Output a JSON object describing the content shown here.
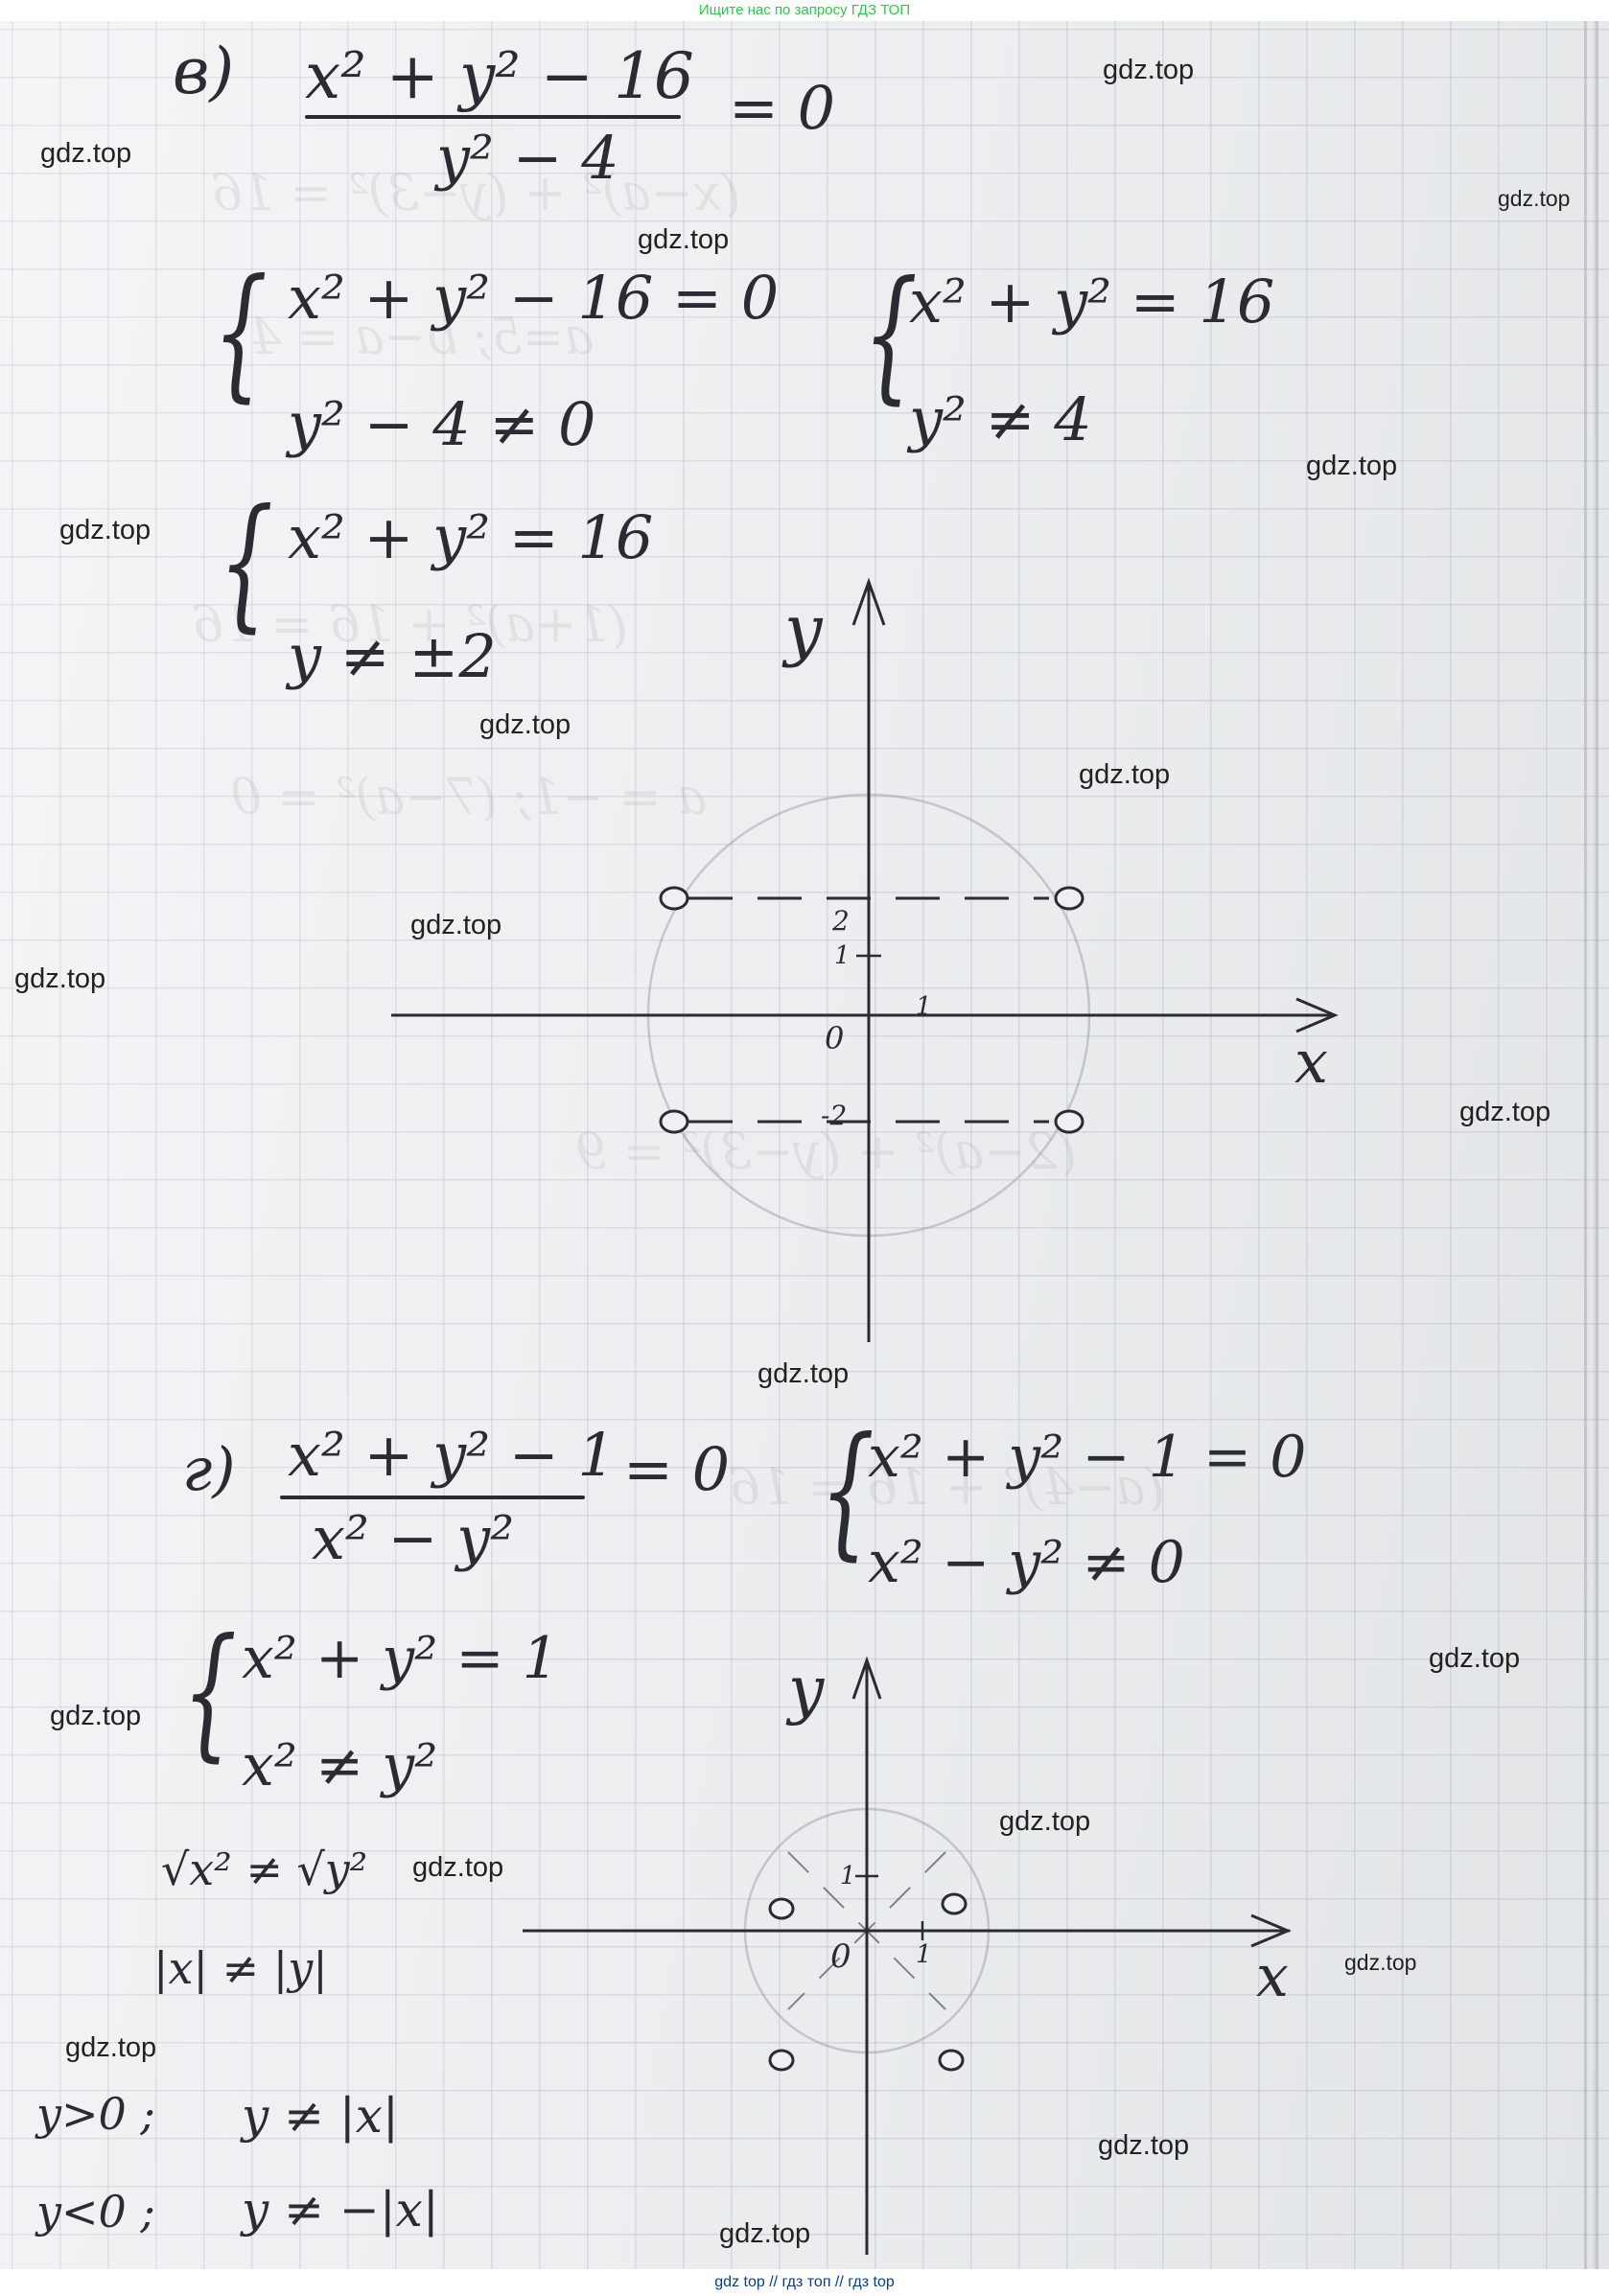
{
  "top_banner": "Ищите нас по запросу ГДЗ ТОП",
  "bottom_banner": "gdz top  //  гдз топ  //  гдз top",
  "watermark": "gdz.top",
  "part_v": {
    "label": "в)",
    "fraction_numerator": "x² + y² − 16",
    "fraction_denominator": "y² − 4",
    "equals_zero": "= 0",
    "system1_eq1": "x² + y² − 16 = 0",
    "system1_eq2": "y² − 4 ≠ 0",
    "system2_eq1": "x² + y² = 16",
    "system2_eq2": "y² ≠ 4",
    "system3_eq1": "x² + y² = 16",
    "system3_eq2": "y ≠ ±2",
    "graph": {
      "y_axis_label": "y",
      "x_axis_label": "x",
      "origin": "0",
      "tick_y_2": "2",
      "tick_y_1": "1",
      "tick_x_1": "1",
      "tick_y_neg2": "-2"
    }
  },
  "part_g": {
    "label": "г)",
    "fraction_numerator": "x² + y² − 1",
    "fraction_denominator": "x² − y²",
    "equals_zero": "= 0",
    "system1_eq1": "x² + y² − 1 = 0",
    "system1_eq2": "x² − y² ≠ 0",
    "system2_eq1": "x² + y² = 1",
    "system2_eq2": "x² ≠ y²",
    "step_sqrt": "√x² ≠ √y²",
    "step_abs": "|x| ≠ |y|",
    "case_pos_cond": "y>0 ;",
    "case_pos_res": "y ≠ |x|",
    "case_neg_cond": "y<0 ;",
    "case_neg_res": "y ≠ −|x|",
    "graph": {
      "y_axis_label": "y",
      "x_axis_label": "x",
      "origin": "0",
      "tick_y_1": "1",
      "tick_x_1": "1"
    }
  }
}
